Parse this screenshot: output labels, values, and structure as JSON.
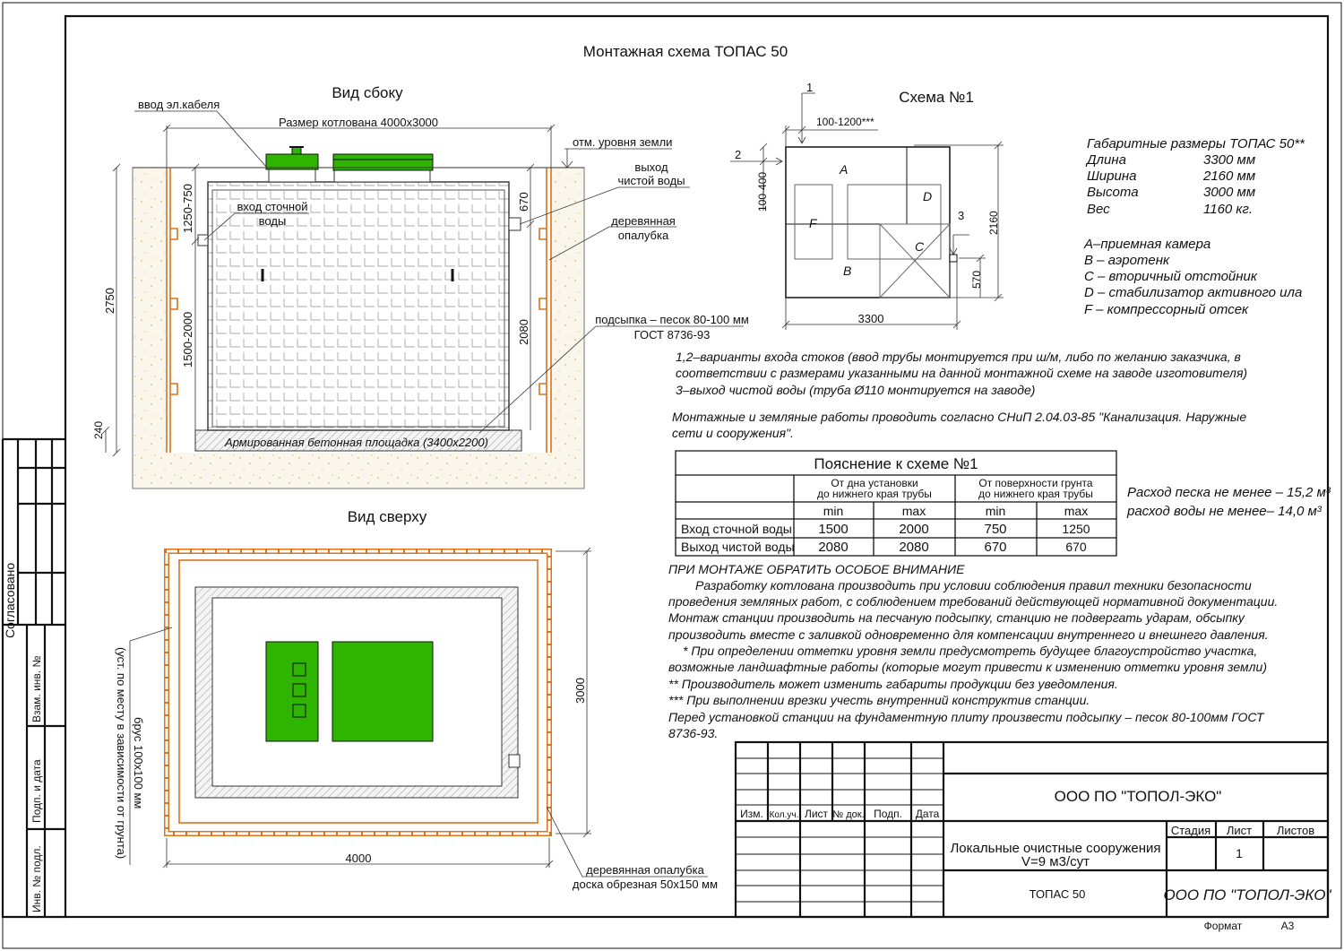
{
  "title": "Монтажная схема ТОПАС 50",
  "side_view": {
    "title": "Вид сбоку",
    "cable_inlet": "ввод эл.кабеля",
    "pit_size": "Размер котлована 4000х3000",
    "ground_level": "отм. уровня земли",
    "clean_outlet": [
      "выход",
      "чистой воды"
    ],
    "wastewater_inlet": [
      "вход сточной",
      "воды"
    ],
    "formwork": [
      "деревянная",
      "опалубка"
    ],
    "sand_bedding": [
      "подсыпка – песок 80-100 мм",
      "ГОСТ 8736-93"
    ],
    "slab": "Армированная бетонная площадка (3400х2200)",
    "dims": {
      "total": "2750",
      "inlet_top": "1250-750",
      "inlet_bottom": "1500-2000",
      "outlet_top": "670",
      "outlet_bottom": "2080",
      "slab": "240"
    }
  },
  "top_view": {
    "title": "Вид сверху",
    "length": "4000",
    "width": "3000",
    "formwork": [
      "деревянная опалубка",
      "доска обрезная 50х150 мм"
    ],
    "beam": [
      "брус 100х100 мм",
      "(уст. по месту в зависимости от грунта)"
    ]
  },
  "scheme": {
    "title": "Схема №1",
    "markers": [
      "1",
      "2",
      "3"
    ],
    "dims": {
      "inlet1": "100-1200***",
      "inlet2": "100-400",
      "width": "2160",
      "outlet": "570",
      "length": "3300"
    },
    "zones": [
      "A",
      "B",
      "C",
      "D",
      "F"
    ]
  },
  "specs": {
    "title": "Габаритные размеры ТОПАС 50**",
    "rows": [
      {
        "label": "Длина",
        "value": "3300 мм"
      },
      {
        "label": "Ширина",
        "value": "2160 мм"
      },
      {
        "label": "Высота",
        "value": "3000 мм"
      },
      {
        "label": "Вес",
        "value": "1160 кг."
      }
    ],
    "legend": [
      "A–приемная  камера",
      "B – аэротенк",
      "C – вторичный отстойник",
      "D – стабилизатор активного  ила",
      "F  – компрессорный отсек"
    ]
  },
  "notes_top": [
    "1,2–варианты входа  стоков (ввод трубы монтируется при ш/м, либо по желанию заказчика, в",
    "соответствии с размерами указанными на данной монтажной схеме на заводе изготовителя)",
    "3–выход чистой воды (труба Ø110 монтируется на заводе)"
  ],
  "notes_snip": [
    "Монтажные и земляные работы проводить согласно СНиП 2.04.03-85 \"Канализация. Наружные",
    "сети и сооружения\"."
  ],
  "table": {
    "title": "Пояснение к схеме №1",
    "group_headers": [
      [
        "От дна установки",
        "до нижнего края трубы"
      ],
      [
        "От поверхности грунта",
        "до нижнего края трубы"
      ]
    ],
    "sub_headers": [
      "min",
      "max",
      "min",
      "max"
    ],
    "rows": [
      {
        "label": "Вход сточной воды",
        "values": [
          "1500",
          "2000",
          "750",
          "1250"
        ]
      },
      {
        "label": "Выход чистой воды",
        "values": [
          "2080",
          "2080",
          "670",
          "670"
        ]
      }
    ]
  },
  "consumption": [
    "Расход песка не менее – 15,2 м³",
    "расход воды не менее– 14,0 м³"
  ],
  "attention": {
    "heading": "ПРИ МОНТАЖЕ ОБРАТИТЬ ОСОБОЕ ВНИМАНИЕ",
    "lines": [
      "Разработку котлована производить при условии соблюдения правил техники безопасности",
      "проведения земляных работ, с соблюдением требований действующей нормативной документации.",
      "Монтаж станции производить на песчаную подсыпку, станцию не подвергать ударам, обсыпку",
      "производить вместе с заливкой одновременно для компенсации внутреннего и внешнего давления.",
      "* При определении отметки уровня земли предусмотреть будущее благоустройство участка,",
      "возможные ландшафтные работы (которые могут привести к изменению отметки уровня земли)",
      "** Производитель может изменить габариты продукции без уведомления.",
      "*** При выполнении врезки учесть внутренний конструктив станции.",
      "Перед установкой станции на фундаментную плиту произвести подсыпку – песок 80-100мм ГОСТ",
      "8736-93."
    ]
  },
  "title_block": {
    "col_headers": [
      "Изм.",
      "Кол.уч.",
      "Лист",
      "№ док.",
      "Подп.",
      "Дата"
    ],
    "company": "ООО ПО \"ТОПОЛ-ЭКО\"",
    "project": [
      "Локальные очистные сооружения",
      "V=9 м3/сут"
    ],
    "stage_label": "Стадия",
    "sheet_label": "Лист",
    "sheets_label": "Листов",
    "sheet_value": "1",
    "product": "ТОПАС 50",
    "company_italic": "ООО ПО \"ТОПОЛ-ЭКО\"",
    "format_label": "Формат",
    "format_value": "А3"
  },
  "side_stamp": {
    "agreed": "Согласовано",
    "replace_inv": "Взам. инв. №",
    "sign_date": "Подп. и дата",
    "inv_orig": "Инв. № подл."
  }
}
